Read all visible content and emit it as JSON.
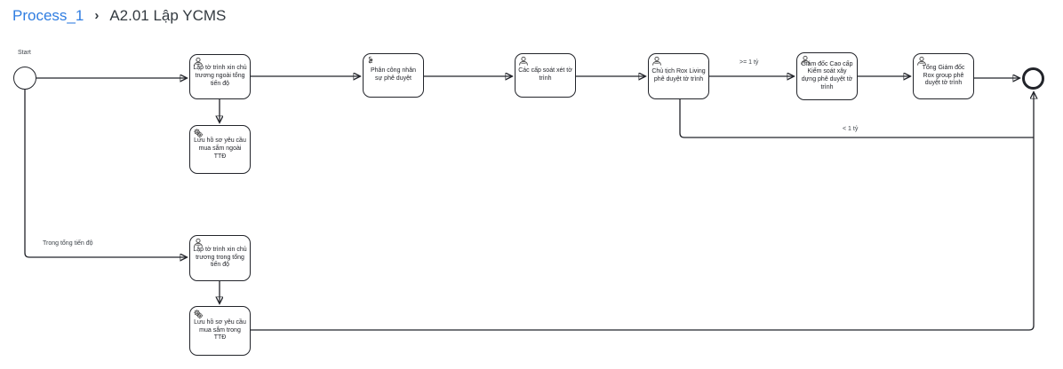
{
  "breadcrumb": {
    "process_link": "Process_1",
    "separator": "›",
    "current": "A2.01 Lập YCMS"
  },
  "diagram": {
    "start_event_label": "Start",
    "nodes": [
      {
        "id": "task-lap-to-trinh-ngoai-ttd",
        "type": "user-task",
        "label": "Lập tờ trình xin chủ trương ngoài tổng tiến độ"
      },
      {
        "id": "task-luu-ho-so-ngoai-ttd",
        "type": "service-task",
        "label": "Lưu hồ sơ yêu cầu mua sắm ngoài TTĐ"
      },
      {
        "id": "task-phan-cong-nhan-su",
        "type": "script-task",
        "label": "Phân công nhân sự phê duyệt"
      },
      {
        "id": "task-cac-cap-soat-xet",
        "type": "user-task",
        "label": "Các cấp soát xét tờ trình"
      },
      {
        "id": "task-chu-tich-rox-living",
        "type": "user-task",
        "label": "Chủ tịch Rox Living phê duyệt tờ trình"
      },
      {
        "id": "task-giam-doc-cao-cap",
        "type": "user-task",
        "label": "Giám đốc Cao cấp Kiểm soát xây dựng phê duyệt tờ trình"
      },
      {
        "id": "task-tong-giam-doc-rox-group",
        "type": "user-task",
        "label": "Tổng Giám đốc Rox group phê duyệt tờ trình"
      },
      {
        "id": "task-lap-to-trinh-trong-ttd",
        "type": "user-task",
        "label": "Lập tờ trình xin chủ trương trong tổng tiến độ"
      },
      {
        "id": "task-luu-ho-so-trong-ttd",
        "type": "service-task",
        "label": "Lưu hồ sơ yêu cầu mua sắm trong TTĐ"
      }
    ],
    "edge_labels": {
      "ge_1_ty": ">= 1 tỷ",
      "lt_1_ty": "< 1 tỷ",
      "trong_tong_tien_do": "Trong tổng tiến độ"
    }
  },
  "colors": {
    "link_blue": "#2f7de1",
    "diagram_stroke": "#22242a",
    "canvas": "#ffffff"
  }
}
